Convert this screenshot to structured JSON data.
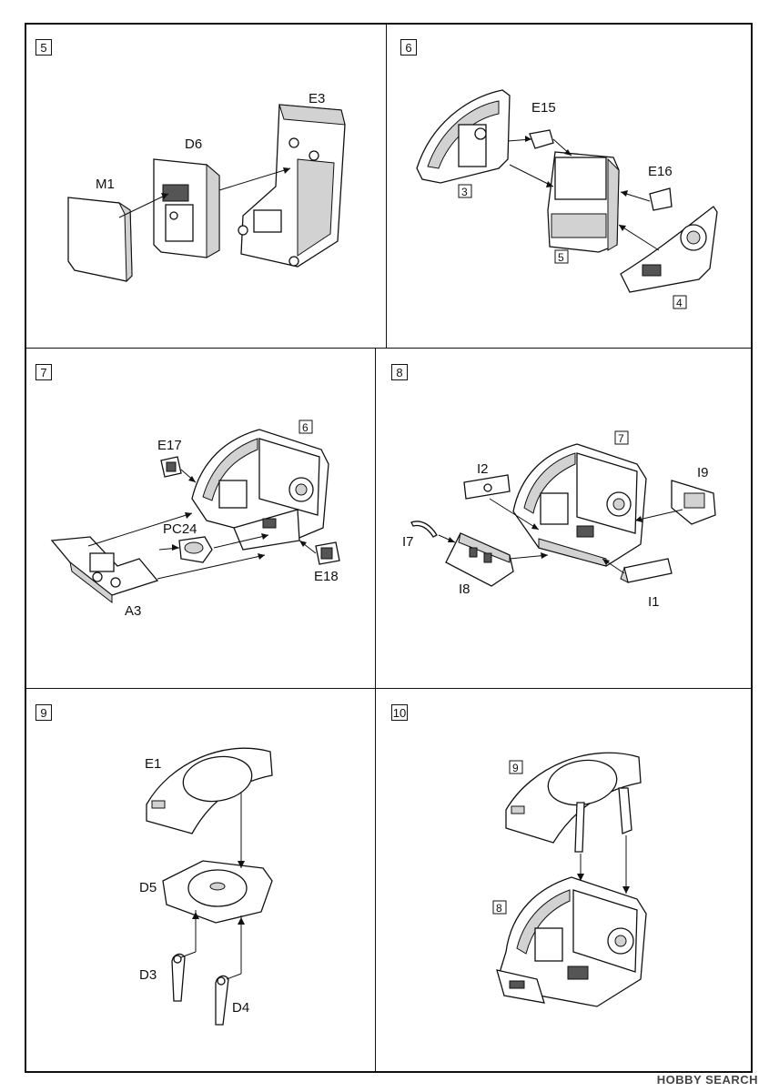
{
  "steps": [
    {
      "number": "5",
      "labels": {
        "m1": "M1",
        "d6": "D6",
        "e3": "E3"
      }
    },
    {
      "number": "6",
      "labels": {
        "e15": "E15",
        "e16": "E16"
      },
      "refs": {
        "r3": "3",
        "r5": "5",
        "r4": "4"
      }
    },
    {
      "number": "7",
      "labels": {
        "e17": "E17",
        "pc24": "PC24",
        "e18": "E18",
        "a3": "A3"
      },
      "refs": {
        "r6": "6"
      }
    },
    {
      "number": "8",
      "labels": {
        "i2": "I2",
        "i9": "I9",
        "i7": "I7",
        "i8": "I8",
        "i1": "I1"
      },
      "refs": {
        "r7": "7"
      }
    },
    {
      "number": "9",
      "labels": {
        "e1": "E1",
        "d5": "D5",
        "d3": "D3",
        "d4": "D4"
      }
    },
    {
      "number": "10",
      "refs": {
        "r9": "9",
        "r8": "8"
      }
    }
  ],
  "watermark": "HOBBY SEARCH"
}
